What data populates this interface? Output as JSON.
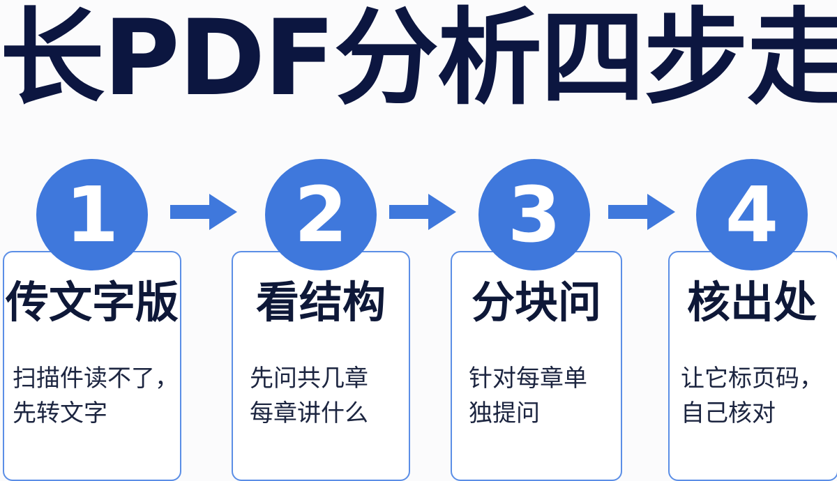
{
  "title": "长PDF分析四步走",
  "steps": [
    {
      "number": "1",
      "title": "传文字版",
      "desc_line1": "扫描件读不了，",
      "desc_line2": "先转文字"
    },
    {
      "number": "2",
      "title": "看结构",
      "desc_line1": "先问共几章",
      "desc_line2": "每章讲什么"
    },
    {
      "number": "3",
      "title": "分块问",
      "desc_line1": "针对每章单",
      "desc_line2": "独提问"
    },
    {
      "number": "4",
      "title": "核出处",
      "desc_line1": "让它标页码，",
      "desc_line2": "自己核对"
    }
  ],
  "colors": {
    "accent": "#3f78dc",
    "card_border": "#5b8ee6",
    "title": "#0c1640",
    "text": "#1c2540"
  },
  "icons": {
    "connector": "arrow-right-icon"
  }
}
